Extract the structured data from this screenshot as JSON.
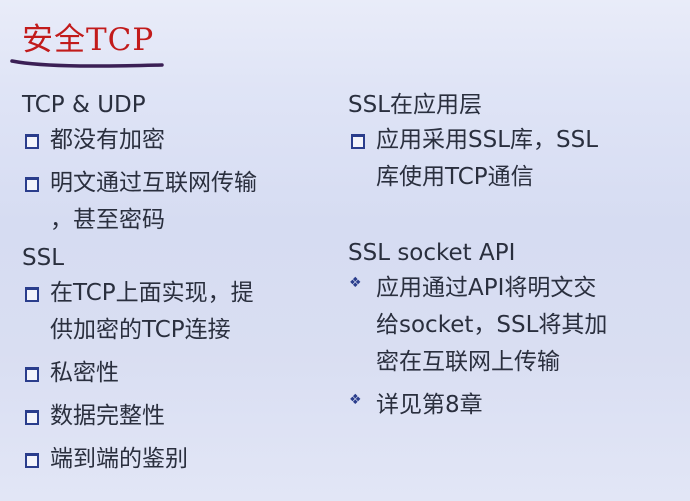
{
  "slide": {
    "title": "安全TCP",
    "title_color": "#c21b1b",
    "bullet_color": "#2a3d8c"
  },
  "left": {
    "section1": {
      "heading": "TCP & UDP",
      "items": [
        {
          "lines": [
            "都没有加密"
          ]
        },
        {
          "lines": [
            "明文通过互联网传输",
            "，甚至密码"
          ]
        }
      ]
    },
    "section2": {
      "heading": "SSL",
      "items": [
        {
          "lines": [
            "在TCP上面实现，提",
            "供加密的TCP连接"
          ]
        },
        {
          "lines": [
            "私密性"
          ]
        },
        {
          "lines": [
            "数据完整性"
          ]
        },
        {
          "lines": [
            "端到端的鉴别"
          ]
        }
      ]
    }
  },
  "right": {
    "section1": {
      "heading": "SSL在应用层",
      "items": [
        {
          "lines": [
            "应用采用SSL库，SSL",
            "库使用TCP通信"
          ]
        }
      ]
    },
    "section2": {
      "heading": "SSL socket API",
      "items": [
        {
          "lines": [
            "应用通过API将明文交",
            "给socket，SSL将其加",
            "密在互联网上传输"
          ]
        },
        {
          "lines": [
            "详见第8章"
          ]
        }
      ]
    }
  }
}
